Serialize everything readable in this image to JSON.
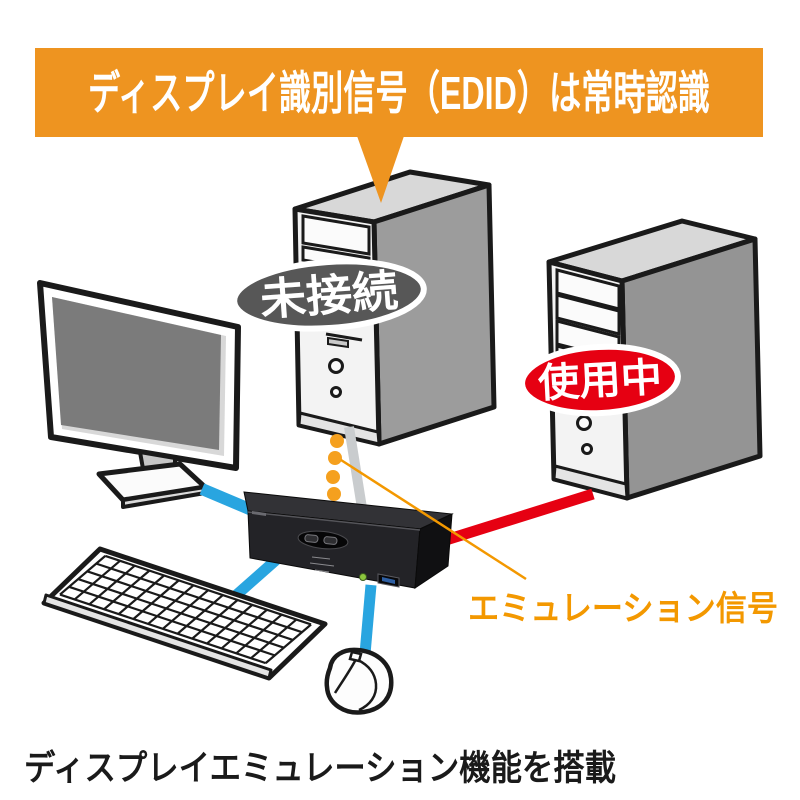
{
  "banner": {
    "text": "ディスプレイ識別信号（EDID）は常時認識",
    "bg_color": "#EE9420",
    "text_color": "#FFFFFF"
  },
  "labels": {
    "unconnected": {
      "text": "未接続",
      "bg_color": "#575757",
      "text_color": "#FFFFFF"
    },
    "in_use": {
      "text": "使用中",
      "bg_color": "#E60012",
      "text_color": "#FFFFFF"
    }
  },
  "emulation": {
    "label": "エミュレーション信号",
    "label_color": "#F39800",
    "dots_color": "#F5A01E",
    "line_color": "#F39800"
  },
  "caption": {
    "text": "ディスプレイエミュレーション機能を搭載",
    "color": "#1A1A1A"
  },
  "cables": {
    "monitor_color": "#29A5E0",
    "keyboard_color": "#29A5E0",
    "mouse_color": "#29A5E0",
    "in_use_pc_color": "#E60012",
    "unconnected_pc_color": "#C9CCCE"
  },
  "kvm": {
    "led_color": "#8CC63E",
    "usb_color": "#2E5FA3"
  }
}
